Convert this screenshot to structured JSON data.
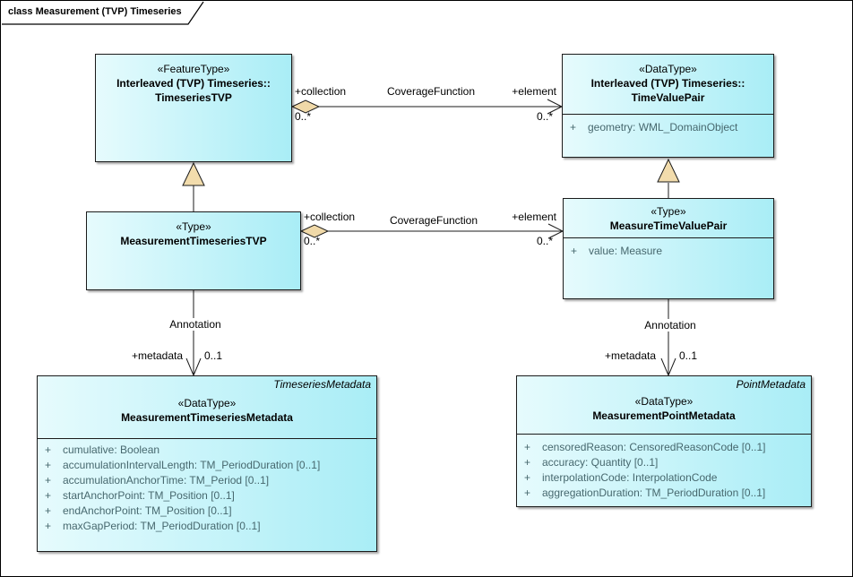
{
  "frame": {
    "title": "class Measurement (TVP) Timeseries"
  },
  "colors": {
    "box_fill_left": "#E6FBFD",
    "box_fill_right": "#A9EDF6",
    "box_border": "#1B1B1B",
    "attribute_text": "#47686E",
    "connector_marker_fill": "#F0D9A8",
    "background": "#FFFFFF"
  },
  "classes": {
    "timeseries_tvp": {
      "stereotype": "«FeatureType»",
      "name_line1": "Interleaved (TVP) Timeseries::",
      "name_line2": "TimeseriesTVP"
    },
    "time_value_pair": {
      "stereotype": "«DataType»",
      "name_line1": "Interleaved (TVP) Timeseries::",
      "name_line2": "TimeValuePair",
      "attributes": [
        {
          "v": "+",
          "t": "geometry: WML_DomainObject"
        }
      ]
    },
    "measurement_timeseries_tvp": {
      "stereotype": "«Type»",
      "name_line1": "MeasurementTimeseriesTVP"
    },
    "measure_time_value_pair": {
      "stereotype": "«Type»",
      "name_line1": "MeasureTimeValuePair",
      "attributes": [
        {
          "v": "+",
          "t": "value: Measure"
        }
      ]
    },
    "measurement_timeseries_metadata": {
      "tag": "TimeseriesMetadata",
      "stereotype": "«DataType»",
      "name_line1": "MeasurementTimeseriesMetadata",
      "attributes": [
        {
          "v": "+",
          "t": "cumulative: Boolean"
        },
        {
          "v": "+",
          "t": "accumulationIntervalLength: TM_PeriodDuration [0..1]"
        },
        {
          "v": "+",
          "t": "accumulationAnchorTime: TM_Period [0..1]"
        },
        {
          "v": "+",
          "t": "startAnchorPoint: TM_Position [0..1]"
        },
        {
          "v": "+",
          "t": "endAnchorPoint: TM_Position [0..1]"
        },
        {
          "v": "+",
          "t": "maxGapPeriod: TM_PeriodDuration [0..1]"
        }
      ]
    },
    "measurement_point_metadata": {
      "tag": "PointMetadata",
      "stereotype": "«DataType»",
      "name_line1": "MeasurementPointMetadata",
      "attributes": [
        {
          "v": "+",
          "t": "censoredReason: CensoredReasonCode [0..1]"
        },
        {
          "v": "+",
          "t": "accuracy: Quantity [0..1]"
        },
        {
          "v": "+",
          "t": "interpolationCode: InterpolationCode"
        },
        {
          "v": "+",
          "t": "aggregationDuration: TM_PeriodDuration [0..1]"
        }
      ]
    }
  },
  "connectors": {
    "coverage_top": {
      "left_role": "+collection",
      "name": "CoverageFunction",
      "right_role": "+element",
      "left_mult": "0..*",
      "right_mult": "0..*"
    },
    "coverage_middle": {
      "left_role": "+collection",
      "name": "CoverageFunction",
      "right_role": "+element",
      "left_mult": "0..*",
      "right_mult": "0..*"
    },
    "annotation_left": {
      "name": "Annotation",
      "role": "+metadata",
      "mult": "0..1"
    },
    "annotation_right": {
      "name": "Annotation",
      "role": "+metadata",
      "mult": "0..1"
    }
  }
}
